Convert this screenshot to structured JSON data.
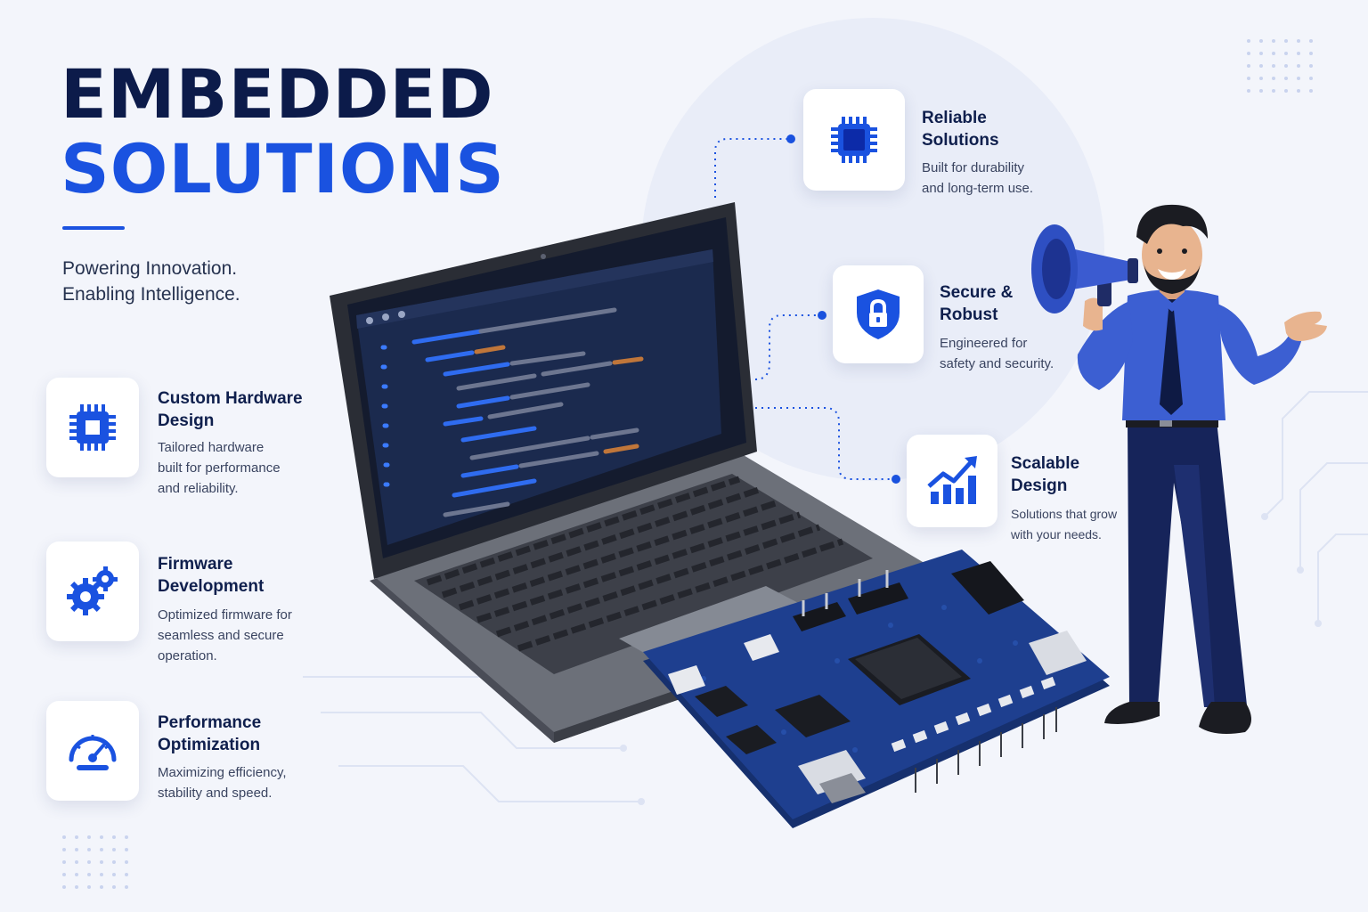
{
  "header": {
    "title_line1": "EMBEDDED",
    "title_line2": "SOLUTIONS",
    "tagline_line1": "Powering Innovation.",
    "tagline_line2": "Enabling Intelligence."
  },
  "left_features": [
    {
      "icon": "chip-icon",
      "title_line1": "Custom Hardware",
      "title_line2": "Design",
      "desc": [
        "Tailored hardware",
        "built for performance",
        "and reliability."
      ]
    },
    {
      "icon": "gears-icon",
      "title_line1": "Firmware",
      "title_line2": "Development",
      "desc": [
        "Optimized firmware for",
        "seamless and secure",
        "operation."
      ]
    },
    {
      "icon": "speedometer-icon",
      "title_line1": "Performance",
      "title_line2": "Optimization",
      "desc": [
        "Maximizing efficiency,",
        "stability and speed."
      ]
    }
  ],
  "right_features": [
    {
      "icon": "chip-icon",
      "title_line1": "Reliable",
      "title_line2": "Solutions",
      "desc": [
        "Built for durability",
        "and long-term use."
      ]
    },
    {
      "icon": "shield-lock-icon",
      "title_line1": "Secure &",
      "title_line2": "Robust",
      "desc": [
        "Engineered for",
        "safety and security."
      ]
    },
    {
      "icon": "growth-chart-icon",
      "title_line1": "Scalable",
      "title_line2": "Design",
      "desc": [
        "Solutions that grow",
        "with your needs."
      ]
    }
  ],
  "colors": {
    "brand_blue": "#1a52e0",
    "navy": "#0c1b4a",
    "background": "#f3f5fb",
    "pcb_blue": "#1e3f8f"
  }
}
